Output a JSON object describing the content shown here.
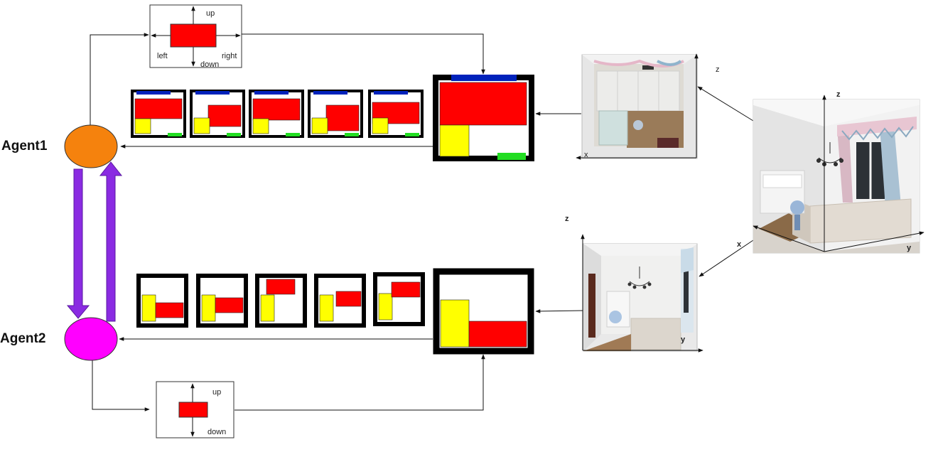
{
  "agents": {
    "agent1": {
      "label": "Agent1",
      "color": "#f5820d"
    },
    "agent2": {
      "label": "Agent2",
      "color": "#ff00ff"
    }
  },
  "action_space_top": {
    "up": "up",
    "down": "down",
    "left": "left",
    "right": "right"
  },
  "action_space_bottom": {
    "up": "up",
    "down": "down"
  },
  "views": {
    "top_view": {
      "axis_horizontal": "x",
      "axis_vertical": "z"
    },
    "side_view": {
      "axis_horizontal": "y",
      "axis_vertical": "z"
    },
    "perspective": {
      "axis_x": "x",
      "axis_y": "y",
      "axis_z": "z"
    }
  },
  "colors": {
    "furniture_red": "#ff0000",
    "furniture_yellow": "#ffff00",
    "window_blue": "#0022bb",
    "door_green": "#22dd22",
    "agent_arrow_purple": "#8a2be2"
  }
}
